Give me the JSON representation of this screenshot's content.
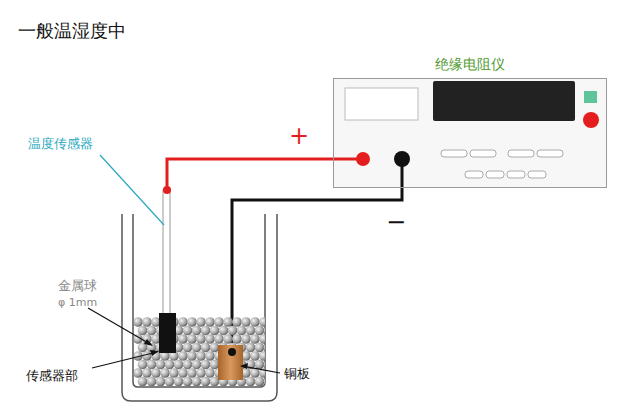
{
  "diagram": {
    "title": "一般温湿度中",
    "nodes": [
      {
        "text": [
          "绝缘电阻仪"
        ]
      }
    ],
    "labels": [
      "温度传感器",
      "+",
      "−",
      "金属球",
      "φ 1mm",
      "传感器部",
      "铜板"
    ]
  }
}
